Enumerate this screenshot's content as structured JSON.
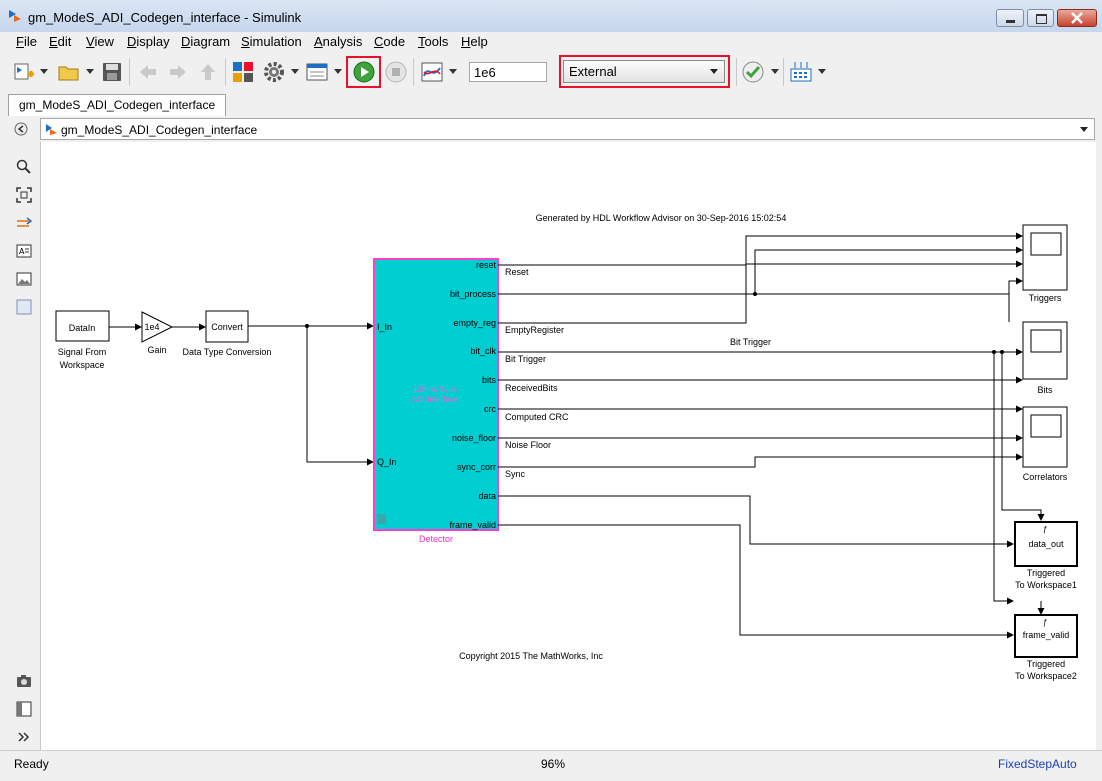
{
  "window": {
    "title": "gm_ModeS_ADI_Codegen_interface - Simulink"
  },
  "menu": [
    "File",
    "Edit",
    "View",
    "Display",
    "Diagram",
    "Simulation",
    "Analysis",
    "Code",
    "Tools",
    "Help"
  ],
  "toolbar": {
    "stop_time": "1e6",
    "sim_mode": "External"
  },
  "tabs": [
    {
      "label": "gm_ModeS_ADI_Codegen_interface"
    }
  ],
  "address": {
    "path": "gm_ModeS_ADI_Codegen_interface"
  },
  "diagram": {
    "header_note": "Generated by HDL Workflow Advisor on 30-Sep-2016 15:02:54",
    "copyright": "Copyright 2015 The MathWorks, Inc",
    "blocks": {
      "source": {
        "text": "DataIn",
        "caption1": "Signal From",
        "caption2": "Workspace"
      },
      "gain": {
        "text": "1e4",
        "caption": "Gain"
      },
      "convert": {
        "text": "Convert",
        "caption": "Data Type Conversion"
      },
      "detector": {
        "caption": "Detector",
        "inner_line1": "100ms Sync",
        "inner_line2": "ADI Interface",
        "inputs": [
          "I_In",
          "Q_In"
        ],
        "outputs": [
          "reset",
          "bit_process",
          "empty_reg",
          "bit_clk",
          "bits",
          "crc",
          "noise_floor",
          "sync_corr",
          "data",
          "frame_valid"
        ]
      },
      "scope_triggers": {
        "caption": "Triggers"
      },
      "scope_bits": {
        "caption": "Bits"
      },
      "scope_correlators": {
        "caption": "Correlators"
      },
      "ws1": {
        "text": "data_out",
        "caption1": "Triggered",
        "caption2": "To Workspace1"
      },
      "ws2": {
        "text": "frame_valid",
        "caption1": "Triggered",
        "caption2": "To Workspace2"
      }
    },
    "signal_labels": {
      "reset": "Reset",
      "empty_reg": "EmptyRegister",
      "bit_clk": "Bit Trigger",
      "bits": "ReceivedBits",
      "crc": "Computed CRC",
      "noise_floor": "Noise Floor",
      "sync_corr": "Sync",
      "bit_trigger_line": "Bit Trigger"
    }
  },
  "status": {
    "left": "Ready",
    "zoom": "96%",
    "solver": "FixedStepAuto"
  },
  "colors": {
    "detector_fill": "#00ced1",
    "detector_border": "#ff3ecd",
    "detector_caption": "#e032c8",
    "highlight": "#e8102a",
    "status_solver": "#1a3fb8"
  }
}
